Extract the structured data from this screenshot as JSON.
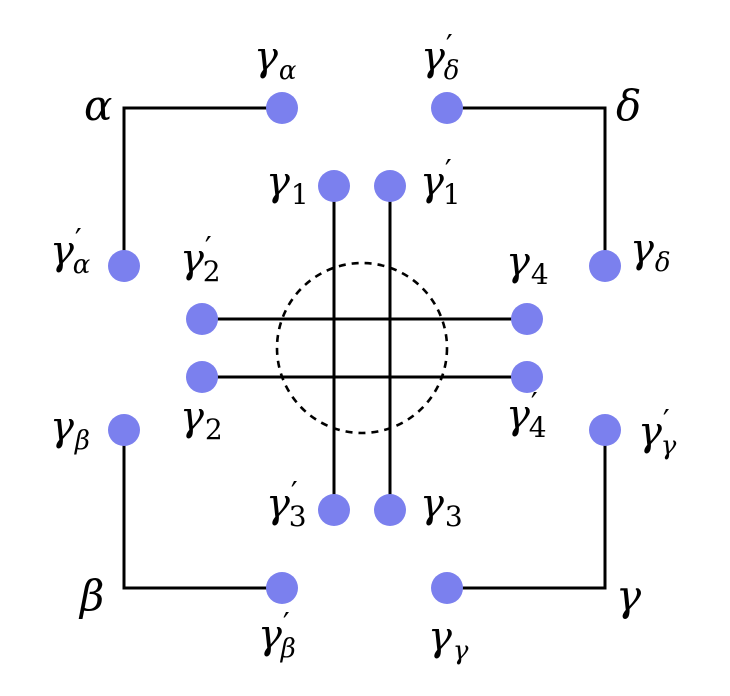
{
  "corners": {
    "alpha": "α",
    "beta": "β",
    "gamma": "γ",
    "delta": "δ"
  },
  "labels": {
    "g_alpha": {
      "base": "γ",
      "sub": "α"
    },
    "g_alpha_p": {
      "base": "γ",
      "sub": "α",
      "prime": "′"
    },
    "g_beta": {
      "base": "γ",
      "sub": "β"
    },
    "g_beta_p": {
      "base": "γ",
      "sub": "β",
      "prime": "′"
    },
    "g_gamma": {
      "base": "γ",
      "sub": "γ"
    },
    "g_gamma_p": {
      "base": "γ",
      "sub": "γ",
      "prime": "′"
    },
    "g_delta": {
      "base": "γ",
      "sub": "δ"
    },
    "g_delta_p": {
      "base": "γ",
      "sub": "δ",
      "prime": "′"
    },
    "g_1": {
      "base": "γ",
      "sub": "1"
    },
    "g_1p": {
      "base": "γ",
      "sub": "1",
      "prime": "′"
    },
    "g_2": {
      "base": "γ",
      "sub": "2"
    },
    "g_2p": {
      "base": "γ",
      "sub": "2",
      "prime": "′"
    },
    "g_3": {
      "base": "γ",
      "sub": "3"
    },
    "g_3p": {
      "base": "γ",
      "sub": "3",
      "prime": "′"
    },
    "g_4": {
      "base": "γ",
      "sub": "4"
    },
    "g_4p": {
      "base": "γ",
      "sub": "4",
      "prime": "′"
    }
  },
  "colors": {
    "dot": "#7b80ee",
    "line": "#000000"
  }
}
